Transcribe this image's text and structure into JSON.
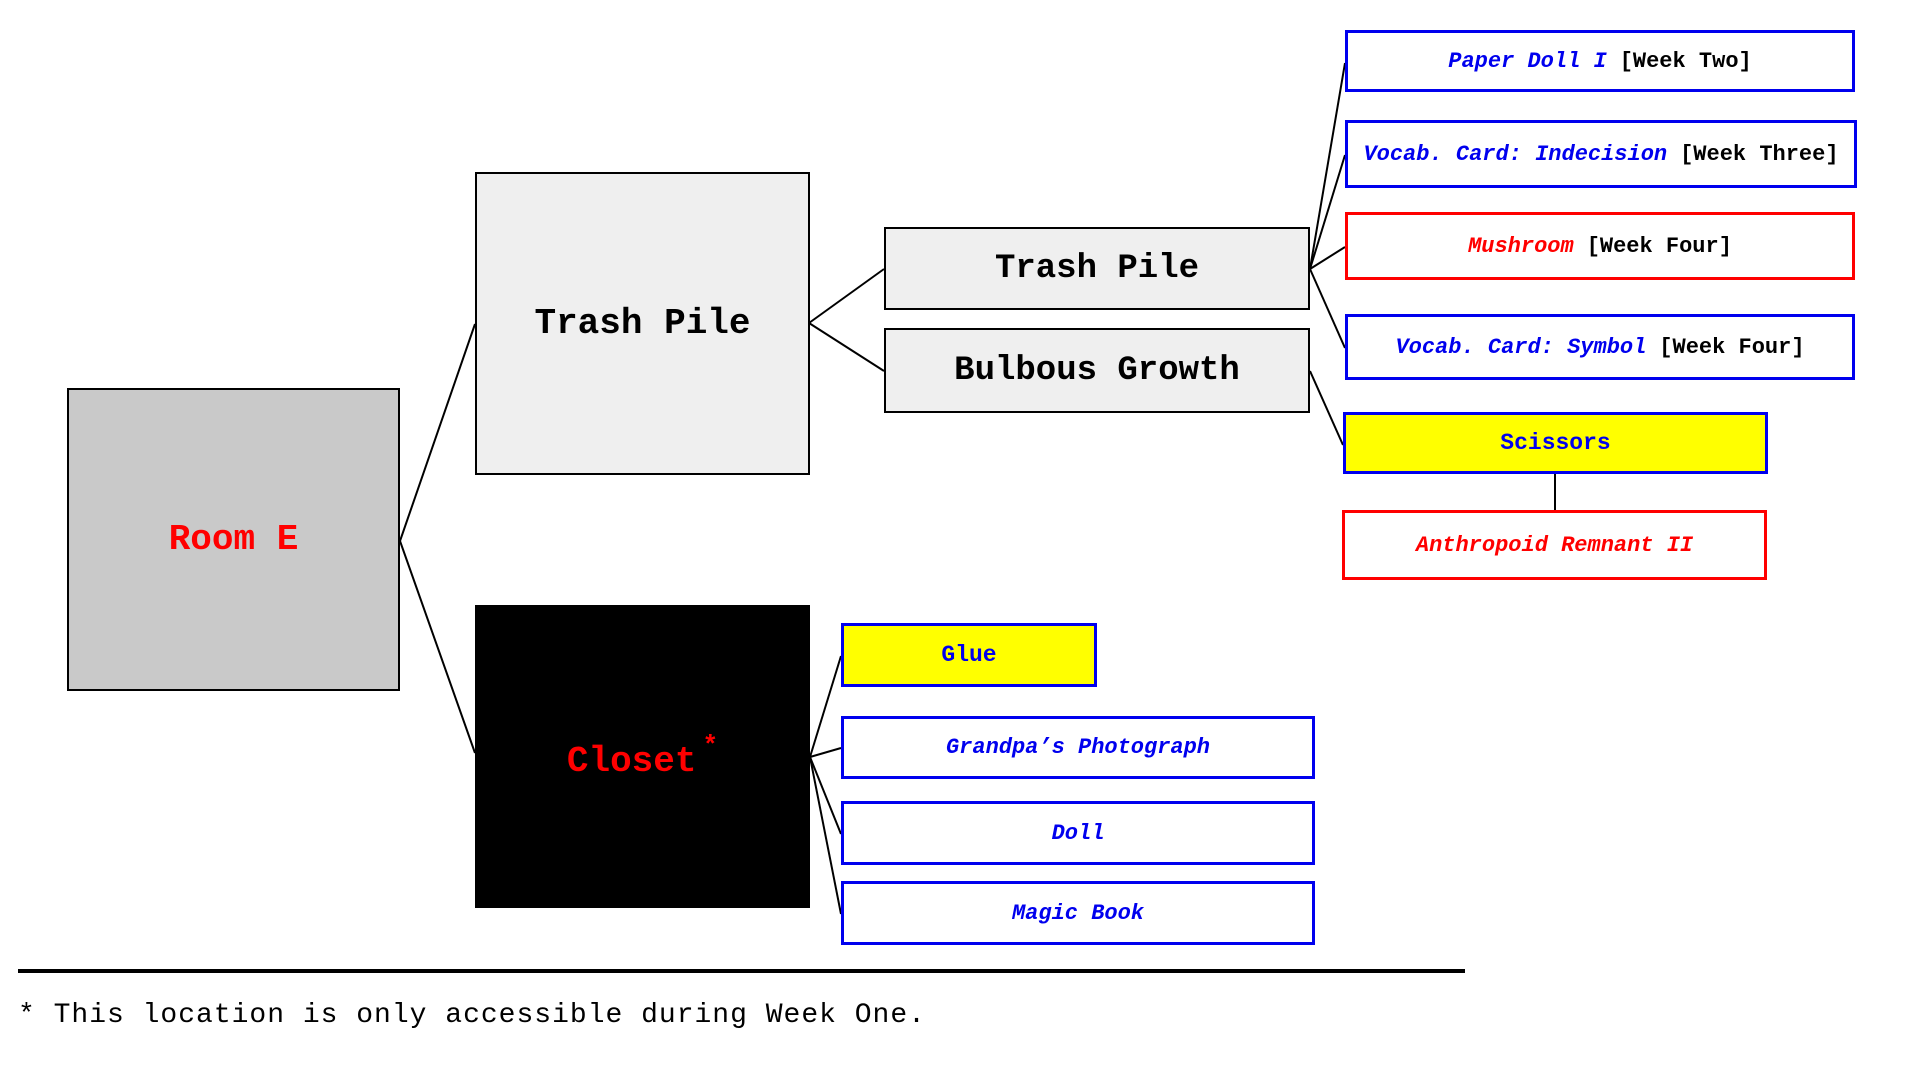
{
  "diagram": {
    "rooms": {
      "room_e": {
        "label": "Room E"
      },
      "trash_pile_main": {
        "label": "Trash Pile"
      },
      "closet": {
        "label": "Closet",
        "footnote_marker": "*"
      }
    },
    "containers": {
      "trash_pile_sub": {
        "label": "Trash Pile"
      },
      "bulbous_growth": {
        "label": "Bulbous Growth"
      }
    },
    "items": {
      "paper_doll": {
        "name": "Paper Doll I",
        "week": "[Week Two]"
      },
      "vocab_indecision": {
        "name": "Vocab. Card: Indecision",
        "week": "[Week Three]"
      },
      "mushroom": {
        "name": "Mushroom",
        "week": "[Week Four]"
      },
      "vocab_symbol": {
        "name": "Vocab. Card: Symbol",
        "week": "[Week Four]"
      },
      "scissors": {
        "name": "Scissors"
      },
      "anthropoid_remnant": {
        "name": "Anthropoid Remnant II"
      },
      "glue": {
        "name": "Glue"
      },
      "grandpas_photograph": {
        "name": "Grandpa’s Photograph"
      },
      "doll": {
        "name": "Doll"
      },
      "magic_book": {
        "name": "Magic Book"
      }
    },
    "footnote": "* This location is only accessible during Week One.",
    "colors": {
      "accent_red": "#ff0000",
      "accent_blue": "#0000ee",
      "highlight_yellow": "#ffff00",
      "room_gray": "#c9c9c9",
      "pile_gray": "#efefef",
      "line_black": "#000000"
    }
  }
}
